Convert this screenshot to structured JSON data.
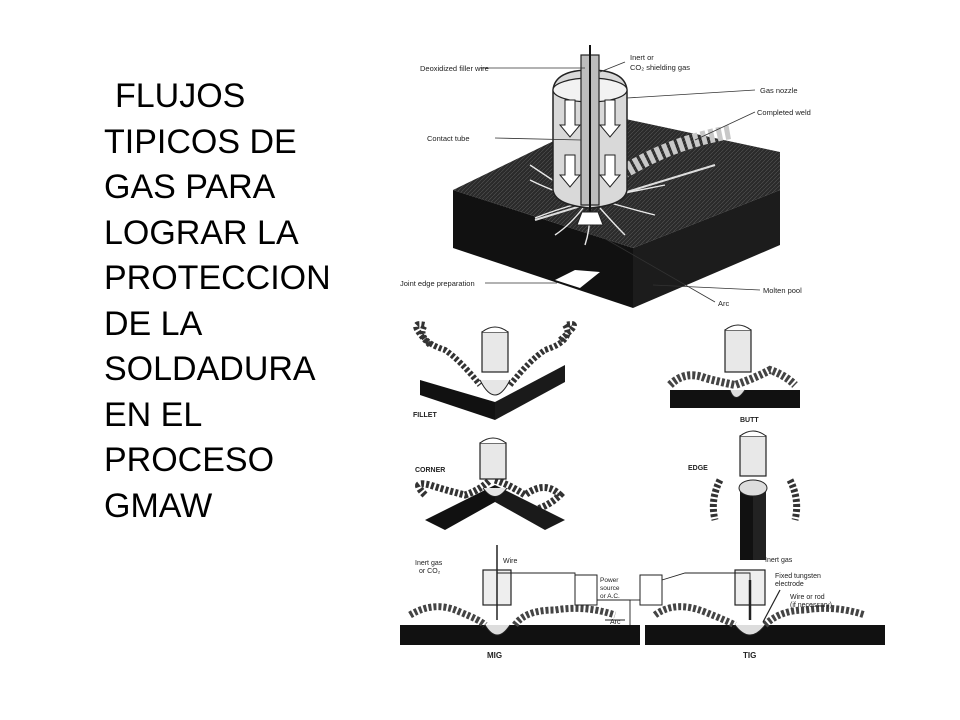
{
  "slide": {
    "text_lines": [
      "FLUJOS",
      "TIPICOS DE",
      "GAS PARA",
      "LOGRAR LA",
      "PROTECCION",
      "DE LA",
      "SOLDADURA",
      "EN EL",
      "PROCESO",
      "GMAW"
    ]
  },
  "figure": {
    "top": {
      "labels": {
        "filler_wire": "Deoxidized filler wire",
        "inert_gas_1": "Inert or",
        "inert_gas_2": "CO₂ shielding gas",
        "gas_nozzle": "Gas nozzle",
        "completed_weld": "Completed weld",
        "contact_tube": "Contact tube",
        "joint_edge": "Joint edge preparation",
        "molten_pool": "Molten pool",
        "arc": "Arc"
      }
    },
    "joints": {
      "fillet": "FILLET",
      "butt": "BUTT",
      "corner": "CORNER",
      "edge": "EDGE"
    },
    "bottom": {
      "inert_gas_co2_1": "Inert gas",
      "inert_gas_co2_2": "or CO₂",
      "wire": "Wire",
      "power_1": "Power",
      "power_2": "source",
      "power_3": "or A.C.",
      "inert_gas": "Inert gas",
      "tungsten_1": "Fixed tungsten",
      "tungsten_2": "electrode",
      "filler_1": "Wire or rod",
      "filler_2": "(if necessary)",
      "arc": "Arc",
      "mig": "MIG",
      "tig": "TIG"
    }
  }
}
